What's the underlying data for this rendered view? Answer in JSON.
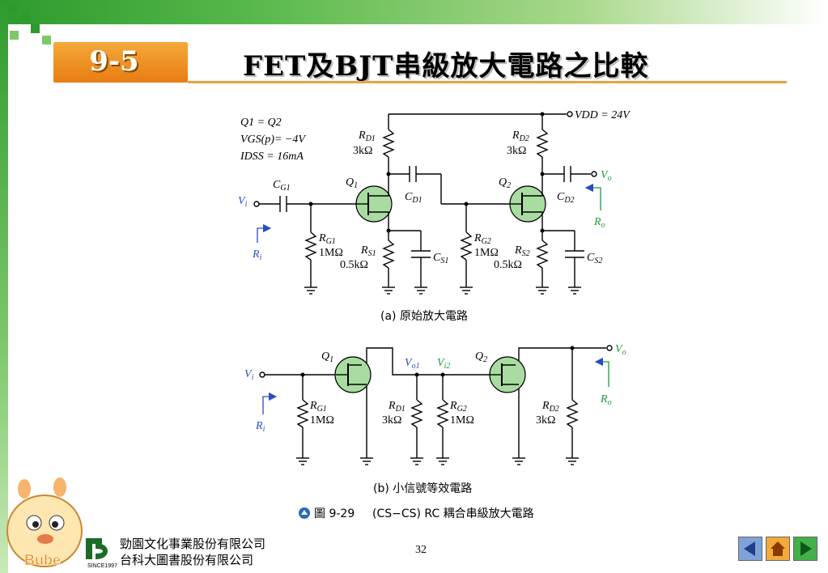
{
  "header": {
    "section_number": "9-5",
    "title": "FET及BJT串級放大電路之比較"
  },
  "circuit_a": {
    "params": [
      "Q1 = Q2",
      "VGS(p)= −4V",
      "IDSS = 16mA"
    ],
    "vdd": "VDD = 24V",
    "caption": "(a) 原始放大電路"
  },
  "circuit_b": {
    "caption": "(b) 小信號等效電路"
  },
  "figure": {
    "label": "圖 9-29",
    "caption": "(CS−CS) RC 耦合串級放大電路"
  },
  "footer": {
    "company_line1": "勁園文化事業股份有限公司",
    "company_line2": "台科大圖書股份有限公司",
    "since": "SINCE1997",
    "mascot_text": "Bube",
    "page_number": "32"
  },
  "colors": {
    "accent_orange": "#e87c12",
    "green_label": "#1a9a3a",
    "blue_label": "#2a4cc8",
    "transistor_fill": "#a8dca0"
  },
  "icons": [
    "prev-arrow-icon",
    "home-icon",
    "next-arrow-icon"
  ]
}
